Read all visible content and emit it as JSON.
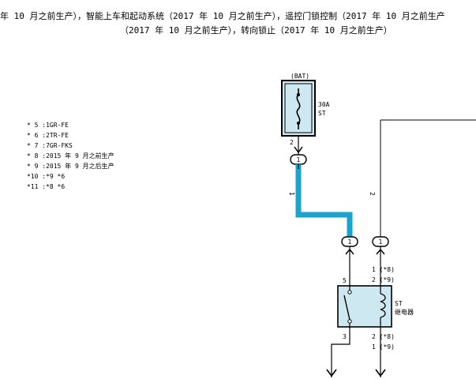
{
  "header": {
    "line1": "年 10 月之前生产），智能上车和起动系统（2017 年 10 月之前生产），遥控门锁控制（2017 年 10 月之前生产",
    "line2": "（2017 年 10 月之前生产），转向锁止（2017 年 10 月之前生产）"
  },
  "notes": [
    "* 5 :1GR-FE",
    "* 6 :2TR-FE",
    "* 7 :7GR-FKS",
    "* 8 :2015 年 9 月之前生产",
    "* 9 :2015 年 9 月之后生产",
    "*10 :*9 *6",
    "*11 :*8 *6"
  ],
  "fuse": {
    "source": "(BAT)",
    "rating": "30A",
    "name": "ST",
    "pin": "2"
  },
  "connectors": {
    "c_fuse": "1",
    "c_relay_left": "1",
    "c_relay_right": "1"
  },
  "wire_marks": {
    "left": "1",
    "right": "2"
  },
  "relay": {
    "name": "ST",
    "label": "继电器",
    "pin_top_left": "5",
    "pin_bottom_left": "3",
    "pins_top_right": [
      "1 (*8)",
      "2 (*9)"
    ],
    "pins_bottom_right": [
      "2 (*8)",
      "1 (*9)"
    ]
  },
  "colors": {
    "wire_highlight": "#1aa3cc",
    "component_fill": "#cde8f0",
    "line": "#000000"
  }
}
